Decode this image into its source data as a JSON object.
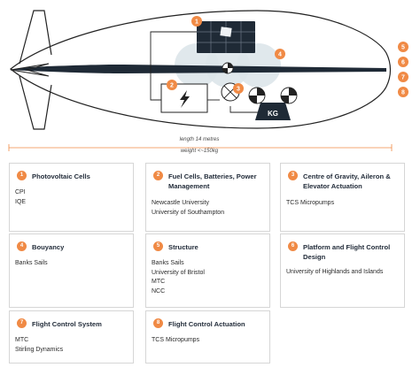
{
  "diagram": {
    "marker_numbers": [
      "1",
      "2",
      "3",
      "4",
      "5",
      "6",
      "7",
      "8"
    ],
    "kg_label": "KG",
    "length_label": "length 14 metres",
    "weight_label": "weight <~150kg"
  },
  "colors": {
    "accent": "#f08a45",
    "line": "#222222",
    "balloon": "#dde5ea",
    "panel": "#1f2a36"
  },
  "cards": [
    {
      "number": "1",
      "title": "Photovoltaic Cells",
      "items": [
        "CPI",
        "IQE"
      ]
    },
    {
      "number": "2",
      "title": "Fuel Cells, Batteries, Power Management",
      "items": [
        "Newcastle University",
        "University of Southampton"
      ]
    },
    {
      "number": "3",
      "title": "Centre of Gravity, Aileron & Elevator Actuation",
      "items": [
        "TCS Micropumps"
      ]
    },
    {
      "number": "4",
      "title": "Bouyancy",
      "items": [
        "Banks Sails"
      ]
    },
    {
      "number": "5",
      "title": "Structure",
      "items": [
        "Banks Sails",
        "University of Bristol",
        "MTC",
        "NCC"
      ]
    },
    {
      "number": "6",
      "title": "Platform and Flight Control Design",
      "items": [
        "University of Highlands and Islands"
      ]
    },
    {
      "number": "7",
      "title": "Flight Control System",
      "items": [
        "MTC",
        "Stirling Dynamics"
      ]
    },
    {
      "number": "8",
      "title": "Flight Control Actuation",
      "items": [
        "TCS Micropumps"
      ]
    }
  ]
}
